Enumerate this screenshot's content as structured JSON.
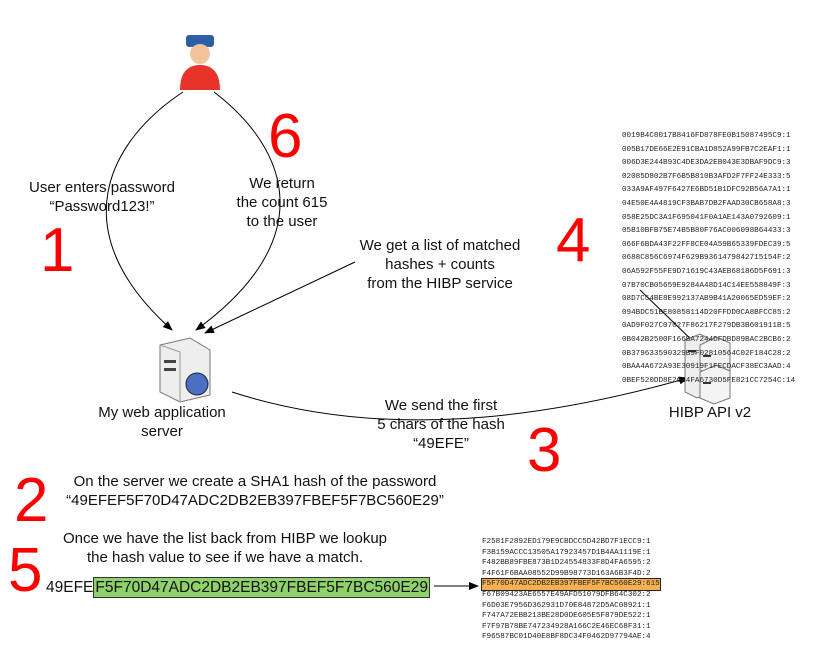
{
  "step_numbers": [
    "1",
    "2",
    "3",
    "4",
    "5",
    "6"
  ],
  "user": {
    "label_line1": "User enters password",
    "label_line2": "“Password123!”"
  },
  "return_text": {
    "line1": "We return",
    "line2": "the count 615",
    "line3": "to the user"
  },
  "list_text": {
    "line1": "We get a list of matched",
    "line2": "hashes + counts",
    "line3": "from the HIBP service"
  },
  "server": {
    "line1": "My web application",
    "line2": "server"
  },
  "hibp": {
    "label": "HIBP API v2"
  },
  "send_text": {
    "line1": "We send the first",
    "line2": "5 chars of the hash",
    "line3": "“49EFE”"
  },
  "sha_text": {
    "line1": "On the server we create a SHA1 hash of the password",
    "line2": "“49EFEF5F70D47ADC2DB2EB397FBEF5F7BC560E29”"
  },
  "lookup_text": {
    "line1": "Once we have the list back from HIBP we lookup",
    "line2": "the hash value to see if we have a match."
  },
  "hash": {
    "prefix": "49EFE",
    "suffix": "F5F70D47ADC2DB2EB397FBEF5F7BC560E29"
  },
  "colors": {
    "step": "#ff0000",
    "match_green": "#8fd16a",
    "match_orange": "#f6b052"
  },
  "hibp_response": [
    "0019B4C8017B8416FD878FE0B15087495C9:1",
    "005B17DE66E2E91CBA1D852A99FB7C2EAF1:1",
    "006D3E244B93C4DE3DA2EB043E3DBAF9DC9:3",
    "02085D802B7F6B5B810B3AFD2F7FF24E333:5",
    "033A9AF497F6427E6BD51B1DFC92B56A7A1:1",
    "04E50E4A4819CF3BAB7DB2FAAD30CB658A8:3",
    "058E25DC3A1F695041F0A1AE143A0792609:1",
    "05B10BFB75E74B5B80F76AC006098B64433:3",
    "066F6BDA43F22FF8CE04A59B65339FDEC39:5",
    "0688C856C6974F629B9361479842715154F:2",
    "06A592F55FE9D71619C43AEB68186D5F691:3",
    "07B70CB05659E9284A48D14C14EE558849F:3",
    "08D7C54BE8E992137AB9B41A20065ED59EF:2",
    "094BDC51BE80858114D20FFDD0CA8BFCC85:2",
    "0AD9F027C07027F86217F279DB3B601911B:5",
    "0B042B2500F166BA7244DFDBD89BAC2BCB6:2",
    "0B379633590329B9F02810564C02F184C28:2",
    "0BAA4A672A93E30919F1FECDACF38EC3AAD:4",
    "0BEF520DD8E2634FA6730D5FE821CC7254C:14"
  ],
  "lookup_list": [
    "F2581F2892ED179E9CBDCC5D42BD7F1ECC9:1",
    "F3B159ACCC13505A17923457D1B4AA1119E:1",
    "F482BB89FBE873B1D24554833F8D4FA6595:2",
    "F4F61F6BAA08552D99B98773D163A6B3F4D:2",
    "F5F70D47ADC2DB2EB397FBEF5F7BC560E29:615",
    "F67B09423AE6557E49AFD51079DFB64C302:2",
    "F6D03E7956D362931D70E84872D5AC08921:1",
    "F747A72EBB213BE28D0DE605E5F879DE522:1",
    "F7F97B78BE747234928A166C2E46EC68F31:1",
    "F96587BC01D40E8BF8DC34F0462D97794AE:4"
  ],
  "matched_index": 4
}
